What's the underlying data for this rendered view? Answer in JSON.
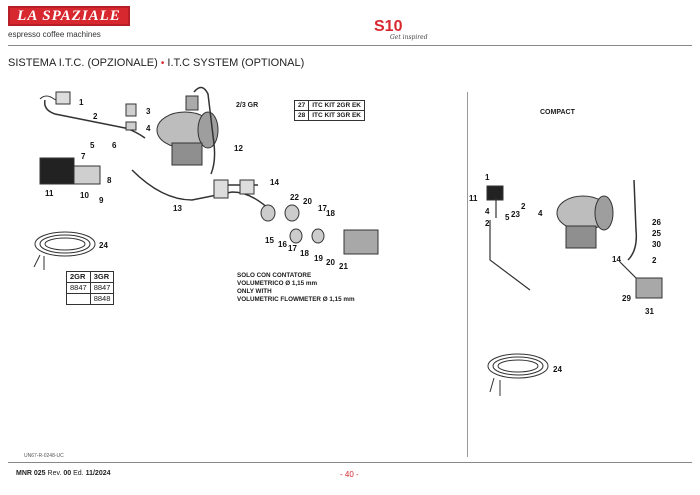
{
  "header": {
    "brand": "LA SPAZIALE",
    "tagline": "espresso coffee machines",
    "model": "S10",
    "model_sub": "Get inspired"
  },
  "section": {
    "title_it": "SISTEMA I.T.C. (OPZIONALE)",
    "separator": "•",
    "title_en": "I.T.C SYSTEM (OPTIONAL)"
  },
  "main_diagram": {
    "group_label": "2/3 GR",
    "kit_table": [
      {
        "num": "27",
        "desc": "ITC KIT 2GR EK"
      },
      {
        "num": "28",
        "desc": "ITC KIT 3GR EK"
      }
    ],
    "callouts": [
      "1",
      "2",
      "3",
      "4",
      "5",
      "6",
      "7",
      "8",
      "9",
      "10",
      "11",
      "12",
      "13",
      "14",
      "15",
      "16",
      "17",
      "18",
      "19",
      "20",
      "21",
      "22",
      "24"
    ],
    "codes_table": {
      "headers": [
        "2GR",
        "3GR"
      ],
      "rows": [
        [
          "8847",
          "8847"
        ],
        [
          "",
          "8848"
        ]
      ]
    },
    "note_it_1": "SOLO CON CONTATORE",
    "note_it_2": "VOLUMETRICO Ø 1,15 mm",
    "note_en_1": "ONLY WITH",
    "note_en_2": "VOLUMETRIC FLOWMETER Ø 1,15 mm"
  },
  "compact_diagram": {
    "title": "COMPACT",
    "callouts": [
      "1",
      "2",
      "4",
      "5",
      "11",
      "23",
      "2",
      "4",
      "26",
      "25",
      "30",
      "14",
      "2",
      "29",
      "31",
      "24"
    ]
  },
  "footer": {
    "doc_code": "UN67-R-0248-UC",
    "manual": "MNR 025",
    "rev_label": "Rev.",
    "rev": "00",
    "ed_label": "Ed.",
    "ed": "11/2024",
    "page": "- 40 -"
  }
}
